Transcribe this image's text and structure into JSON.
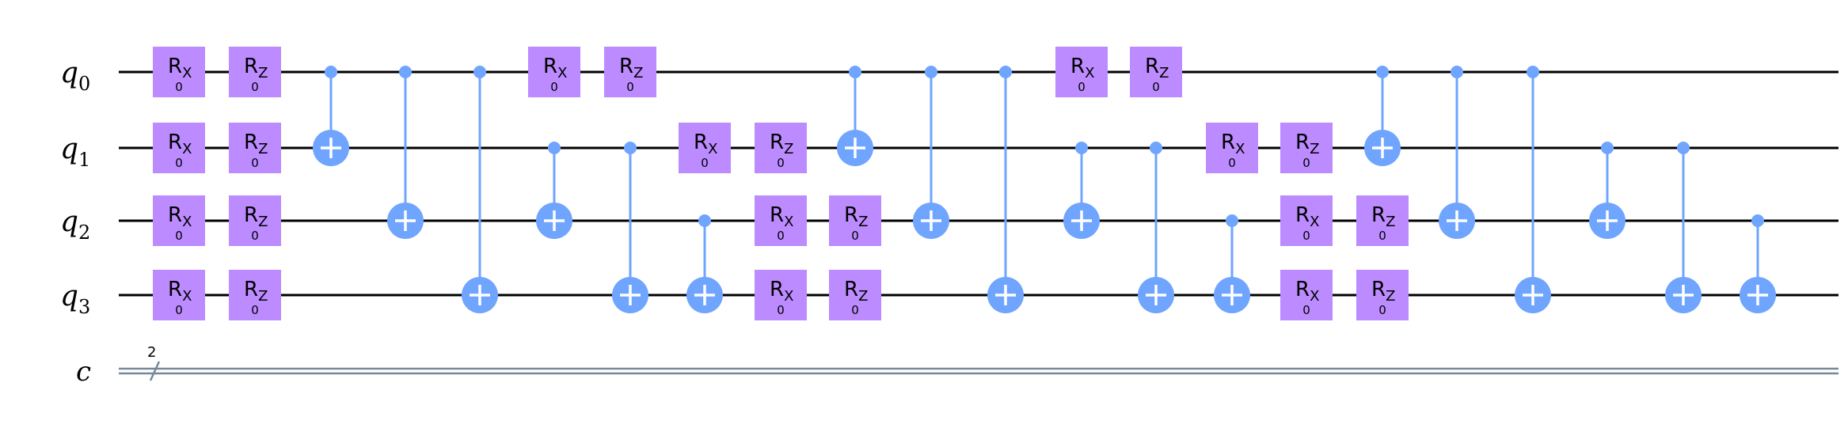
{
  "diagram": {
    "qubits": [
      {
        "label": "q",
        "sub": "0"
      },
      {
        "label": "q",
        "sub": "1"
      },
      {
        "label": "q",
        "sub": "2"
      },
      {
        "label": "q",
        "sub": "3"
      }
    ],
    "classical": {
      "label": "c",
      "width": "2"
    },
    "colors": {
      "gate_fill": "#bb8bff",
      "cx": "#6fa4ff",
      "wire": "#000000",
      "creg": "#778899"
    },
    "columns": [
      [
        {
          "type": "gate",
          "name": "R",
          "sub": "X",
          "param": "0",
          "qubits": [
            0,
            1,
            2,
            3
          ]
        }
      ],
      [
        {
          "type": "gate",
          "name": "R",
          "sub": "Z",
          "param": "0",
          "qubits": [
            0,
            1,
            2,
            3
          ]
        }
      ],
      [
        {
          "type": "cx",
          "control": 0,
          "target": 1
        }
      ],
      [
        {
          "type": "cx",
          "control": 0,
          "target": 2
        }
      ],
      [
        {
          "type": "cx",
          "control": 0,
          "target": 3
        }
      ],
      [
        {
          "type": "gate",
          "name": "R",
          "sub": "X",
          "param": "0",
          "qubits": [
            0
          ]
        },
        {
          "type": "cx",
          "control": 1,
          "target": 2
        }
      ],
      [
        {
          "type": "gate",
          "name": "R",
          "sub": "Z",
          "param": "0",
          "qubits": [
            0
          ]
        },
        {
          "type": "cx",
          "control": 1,
          "target": 3
        }
      ],
      [
        {
          "type": "gate",
          "name": "R",
          "sub": "X",
          "param": "0",
          "qubits": [
            1
          ]
        },
        {
          "type": "cx",
          "control": 2,
          "target": 3
        }
      ],
      [
        {
          "type": "gate",
          "name": "R",
          "sub": "Z",
          "param": "0",
          "qubits": [
            1
          ]
        },
        {
          "type": "gate",
          "name": "R",
          "sub": "X",
          "param": "0",
          "qubits": [
            2,
            3
          ]
        }
      ],
      [
        {
          "type": "cx",
          "control": 0,
          "target": 1
        },
        {
          "type": "gate",
          "name": "R",
          "sub": "Z",
          "param": "0",
          "qubits": [
            2,
            3
          ]
        }
      ],
      [
        {
          "type": "cx",
          "control": 0,
          "target": 2
        }
      ],
      [
        {
          "type": "cx",
          "control": 0,
          "target": 3
        }
      ],
      [
        {
          "type": "gate",
          "name": "R",
          "sub": "X",
          "param": "0",
          "qubits": [
            0
          ]
        },
        {
          "type": "cx",
          "control": 1,
          "target": 2
        }
      ],
      [
        {
          "type": "gate",
          "name": "R",
          "sub": "Z",
          "param": "0",
          "qubits": [
            0
          ]
        },
        {
          "type": "cx",
          "control": 1,
          "target": 3
        }
      ],
      [
        {
          "type": "gate",
          "name": "R",
          "sub": "X",
          "param": "0",
          "qubits": [
            1
          ]
        },
        {
          "type": "cx",
          "control": 2,
          "target": 3
        }
      ],
      [
        {
          "type": "gate",
          "name": "R",
          "sub": "Z",
          "param": "0",
          "qubits": [
            1
          ]
        },
        {
          "type": "gate",
          "name": "R",
          "sub": "X",
          "param": "0",
          "qubits": [
            2,
            3
          ]
        }
      ],
      [
        {
          "type": "cx",
          "control": 0,
          "target": 1
        },
        {
          "type": "gate",
          "name": "R",
          "sub": "Z",
          "param": "0",
          "qubits": [
            2,
            3
          ]
        }
      ],
      [
        {
          "type": "cx",
          "control": 0,
          "target": 2
        }
      ],
      [
        {
          "type": "cx",
          "control": 0,
          "target": 3
        }
      ],
      [
        {
          "type": "cx",
          "control": 1,
          "target": 2
        }
      ],
      [
        {
          "type": "cx",
          "control": 1,
          "target": 3
        }
      ],
      [
        {
          "type": "cx",
          "control": 2,
          "target": 3
        }
      ]
    ]
  }
}
